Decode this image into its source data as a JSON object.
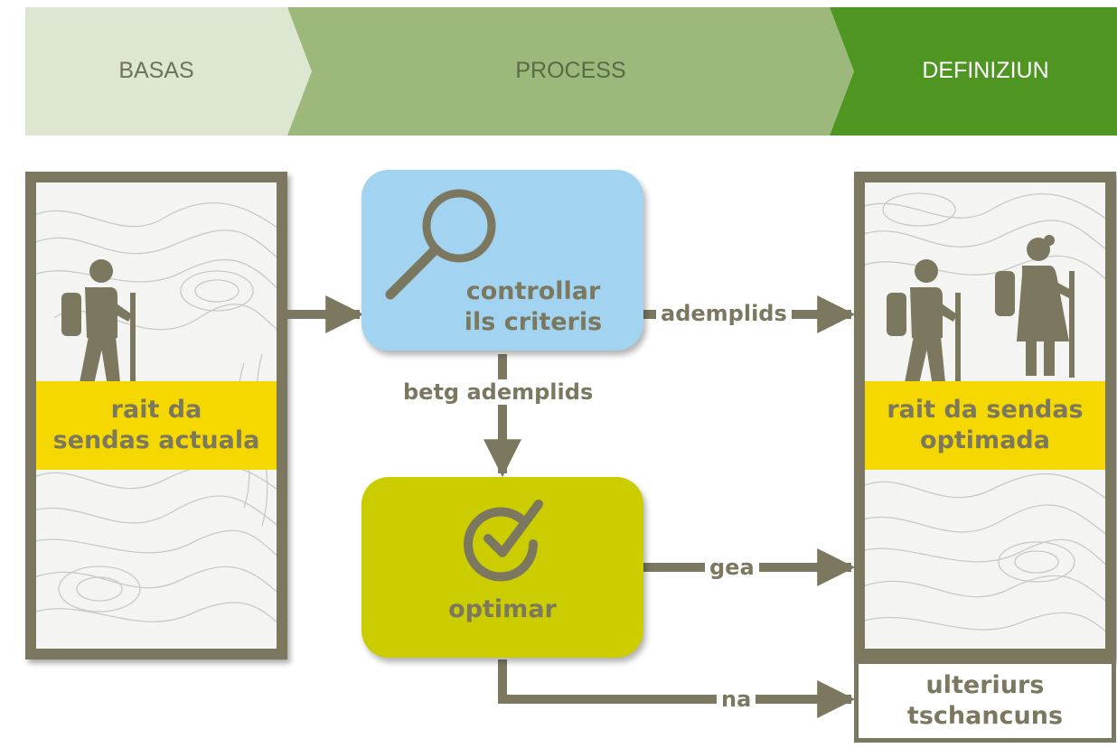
{
  "stages": [
    {
      "label": "BASAS",
      "fill": "#dde6d1",
      "text_color": "#6f7163"
    },
    {
      "label": "PROCESS",
      "fill": "#9cb87a",
      "text_color": "#5a6a46"
    },
    {
      "label": "DEFINIZIUN",
      "fill": "#4e9522",
      "text_color": "#ffffff"
    }
  ],
  "left_panel": {
    "label_line1": "rait da",
    "label_line2": "sendas actuala",
    "icon": "hiker-icon"
  },
  "right_panel": {
    "label_line1": "rait da sendas",
    "label_line2": "optimada",
    "icons": [
      "hiker-icon",
      "hiker-woman-icon"
    ]
  },
  "check_node": {
    "line1": "controllar",
    "line2": "ils criteris",
    "icon": "magnifier-icon",
    "fill": "#a2d3f0"
  },
  "optimize_node": {
    "label": "optimar",
    "icon": "check-circle-icon",
    "fill": "#cccd00"
  },
  "edges": {
    "fulfilled": "ademplids",
    "not_fulfilled": "betg ademplids",
    "yes": "gea",
    "no": "na"
  },
  "further_box": {
    "line1": "ulteriurs",
    "line2": "tschancuns"
  },
  "colors": {
    "frame": "#7c7860",
    "band": "#f5d800"
  }
}
